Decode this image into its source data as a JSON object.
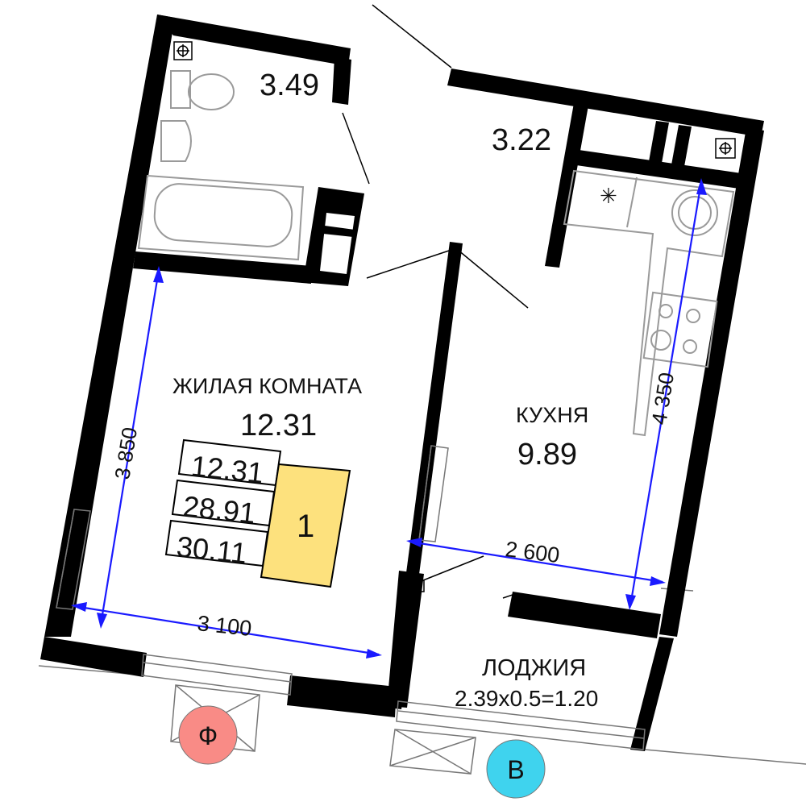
{
  "rooms": {
    "bathroom": {
      "area": "3.49"
    },
    "hall": {
      "area": "3.22"
    },
    "living": {
      "name": "ЖИЛАЯ КОМНАТА",
      "area": "12.31"
    },
    "kitchen": {
      "name": "КУХНЯ",
      "area": "9.89"
    },
    "loggia": {
      "name": "ЛОДЖИЯ",
      "formula": "2.39x0.5=1.20"
    }
  },
  "summary": {
    "living_area": "12.31",
    "total_area": "28.91",
    "total_with_loggia": "30.11",
    "room_count": "1",
    "badge_color": "#fde17d"
  },
  "dimensions": {
    "living_height": "3 850",
    "living_width": "3 100",
    "kitchen_height": "4 350",
    "kitchen_width": "2 600",
    "line_color": "#1a1aff"
  },
  "markers": [
    {
      "letter": "Ф",
      "color": "#f98b86"
    },
    {
      "letter": "В",
      "color": "#3fd3ee"
    }
  ]
}
